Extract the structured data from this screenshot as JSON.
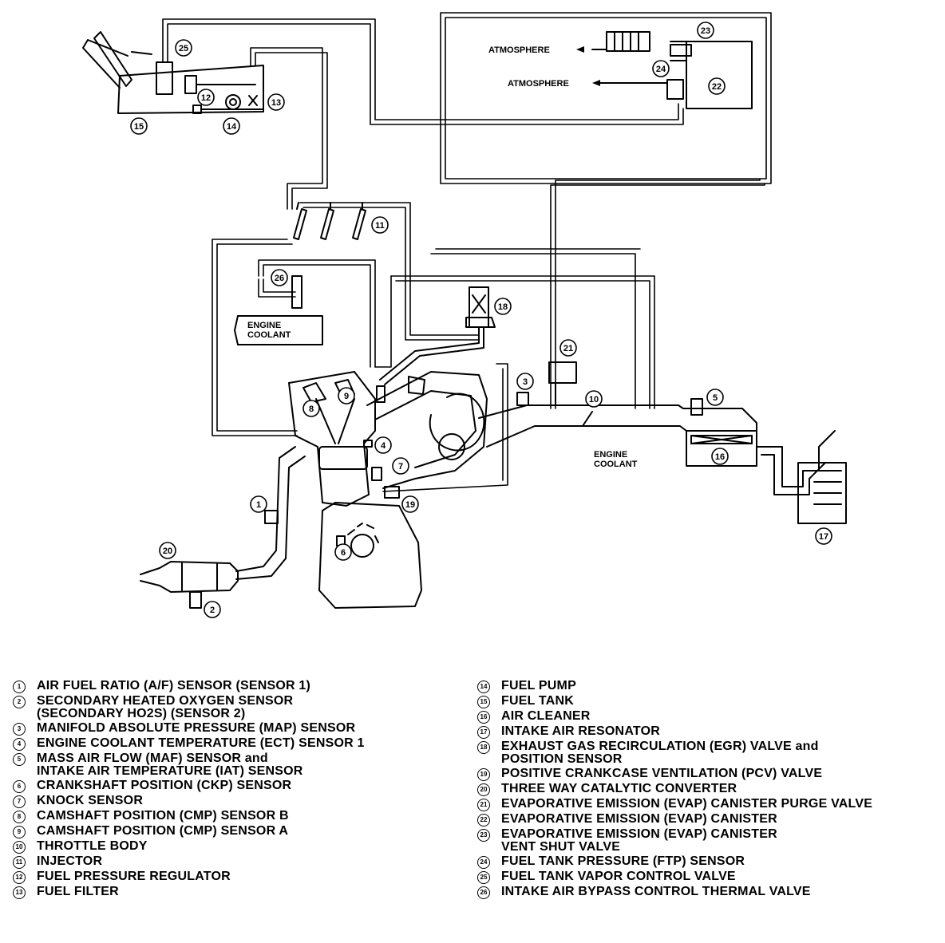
{
  "diagram": {
    "labels": {
      "atmosphere_1": "ATMOSPHERE",
      "atmosphere_2": "ATMOSPHERE",
      "engine_coolant_1": "ENGINE\nCOOLANT",
      "engine_coolant_2": "ENGINE\nCOOLANT"
    },
    "callouts": [
      "1",
      "2",
      "3",
      "4",
      "5",
      "6",
      "7",
      "8",
      "9",
      "10",
      "11",
      "12",
      "13",
      "14",
      "15",
      "16",
      "17",
      "18",
      "19",
      "20",
      "21",
      "22",
      "23",
      "24",
      "25",
      "26"
    ]
  },
  "legend": {
    "left": [
      {
        "num": "1",
        "text": "AIR FUEL RATIO (A/F) SENSOR (SENSOR 1)"
      },
      {
        "num": "2",
        "text": "SECONDARY HEATED OXYGEN SENSOR\n(SECONDARY HO2S) (SENSOR 2)"
      },
      {
        "num": "3",
        "text": "MANIFOLD ABSOLUTE PRESSURE (MAP) SENSOR"
      },
      {
        "num": "4",
        "text": "ENGINE COOLANT TEMPERATURE (ECT) SENSOR 1"
      },
      {
        "num": "5",
        "text": "MASS AIR FLOW (MAF) SENSOR and\nINTAKE AIR TEMPERATURE (IAT) SENSOR"
      },
      {
        "num": "6",
        "text": "CRANKSHAFT POSITION (CKP) SENSOR"
      },
      {
        "num": "7",
        "text": "KNOCK SENSOR"
      },
      {
        "num": "8",
        "text": "CAMSHAFT POSITION (CMP) SENSOR B"
      },
      {
        "num": "9",
        "text": "CAMSHAFT POSITION (CMP) SENSOR A"
      },
      {
        "num": "10",
        "text": "THROTTLE BODY"
      },
      {
        "num": "11",
        "text": "INJECTOR"
      },
      {
        "num": "12",
        "text": "FUEL PRESSURE REGULATOR"
      },
      {
        "num": "13",
        "text": "FUEL FILTER"
      }
    ],
    "right": [
      {
        "num": "14",
        "text": "FUEL PUMP"
      },
      {
        "num": "15",
        "text": "FUEL TANK"
      },
      {
        "num": "16",
        "text": "AIR CLEANER"
      },
      {
        "num": "17",
        "text": "INTAKE AIR RESONATOR"
      },
      {
        "num": "18",
        "text": "EXHAUST GAS RECIRCULATION (EGR) VALVE and\nPOSITION SENSOR"
      },
      {
        "num": "19",
        "text": "POSITIVE CRANKCASE VENTILATION (PCV) VALVE"
      },
      {
        "num": "20",
        "text": "THREE WAY CATALYTIC CONVERTER"
      },
      {
        "num": "21",
        "text": "EVAPORATIVE EMISSION (EVAP) CANISTER PURGE VALVE"
      },
      {
        "num": "22",
        "text": "EVAPORATIVE EMISSION (EVAP) CANISTER"
      },
      {
        "num": "23",
        "text": "EVAPORATIVE EMISSION (EVAP) CANISTER\nVENT SHUT VALVE"
      },
      {
        "num": "24",
        "text": "FUEL TANK PRESSURE (FTP) SENSOR"
      },
      {
        "num": "25",
        "text": "FUEL TANK VAPOR CONTROL VALVE"
      },
      {
        "num": "26",
        "text": "INTAKE AIR BYPASS CONTROL THERMAL VALVE"
      }
    ]
  }
}
